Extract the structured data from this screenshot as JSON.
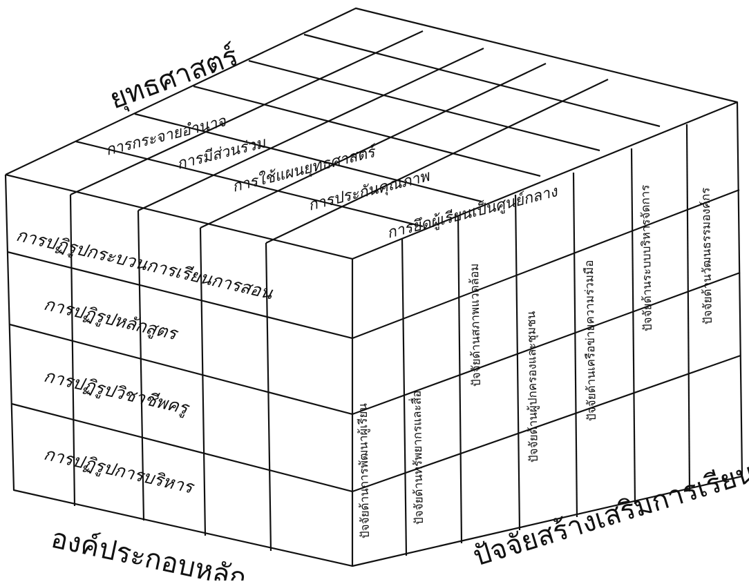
{
  "diagram": {
    "axis_labels": {
      "top": "ยุทธศาสตร์",
      "front": "องค์ประกอบหลัก",
      "side": "ปัจจัยสร้างเสริมการเรียน"
    },
    "front_rows": [
      "การปฏิรูปกระบวนการเรียนการสอน",
      "การปฏิรูปหลักสูตร",
      "การปฏิรูปวิชาชีพครู",
      "การปฏิรูปการบริหาร"
    ],
    "top_strategies": [
      "การกระจายอำนาจ",
      "การมีส่วนร่วม",
      "การใช้แผนยุทธศาสตร์",
      "การประกันคุณภาพ",
      "การยึดผู้เรียนเป็นศูนย์กลาง"
    ],
    "side_factors": [
      "ปัจจัยด้านการพัฒนาผู้เรียน",
      "ปัจจัยด้านทรัพยากรและสื่อ",
      "ปัจจัยด้านสภาพแวดล้อม",
      "ปัจจัยด้านผู้ปกครองและชุมชน",
      "ปัจจัยด้านเครือข่ายความร่วมมือ",
      "ปัจจัยด้านระบบบริหารจัดการ",
      "ปัจจัยด้านวัฒนธรรมองค์กร"
    ]
  }
}
